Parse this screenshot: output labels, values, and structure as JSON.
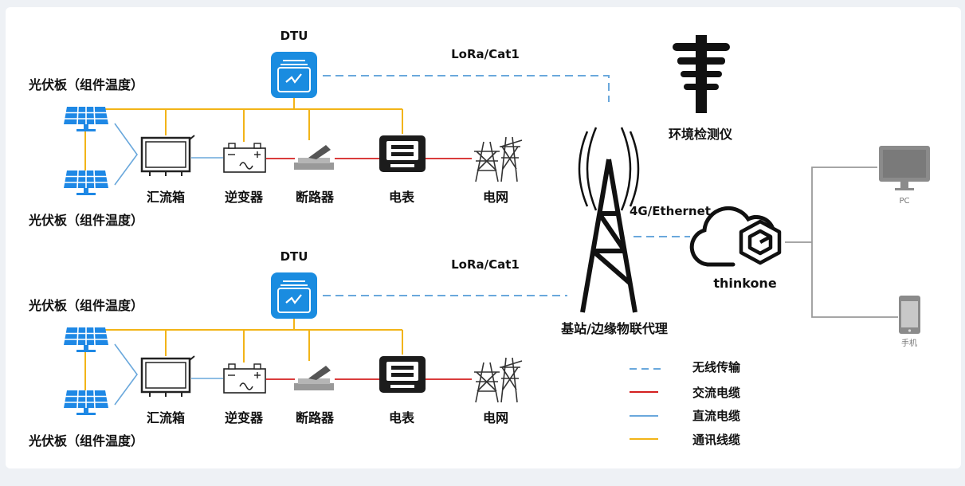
{
  "colors": {
    "wireless": "#6aa8dc",
    "ac_cable": "#d42020",
    "dc_cable": "#6aa8dc",
    "comm_cable": "#f2b418",
    "dtu_blue": "#1a8ce0",
    "panel_blue": "#1e88e5",
    "gray_line": "#9a9a9a"
  },
  "systems": [
    {
      "dtu_label": "DTU",
      "link_label": "LoRa/Cat1",
      "panel_top_label": "光伏板（组件温度）",
      "panel_bottom_label": "光伏板（组件温度）",
      "combiner_label": "汇流箱",
      "inverter_label": "逆变器",
      "breaker_label": "断路器",
      "meter_label": "电表",
      "grid_label": "电网"
    },
    {
      "dtu_label": "DTU",
      "link_label": "LoRa/Cat1",
      "panel_top_label": "光伏板（组件温度）",
      "panel_bottom_label": "光伏板（组件温度）",
      "combiner_label": "汇流箱",
      "inverter_label": "逆变器",
      "breaker_label": "断路器",
      "meter_label": "电表",
      "grid_label": "电网"
    }
  ],
  "env_monitor_label": "环境检测仪",
  "tower_label": "基站/边缘物联代理",
  "uplink_label": "4G/Ethernet",
  "cloud_label": "thinkone",
  "pc_label": "PC",
  "phone_label": "手机",
  "legend": [
    {
      "label": "无线传输",
      "style": "dashed",
      "color": "#6aa8dc"
    },
    {
      "label": "交流电缆",
      "style": "solid",
      "color": "#d42020"
    },
    {
      "label": "直流电缆",
      "style": "solid",
      "color": "#6aa8dc"
    },
    {
      "label": "通讯线缆",
      "style": "solid",
      "color": "#f2b418"
    }
  ]
}
